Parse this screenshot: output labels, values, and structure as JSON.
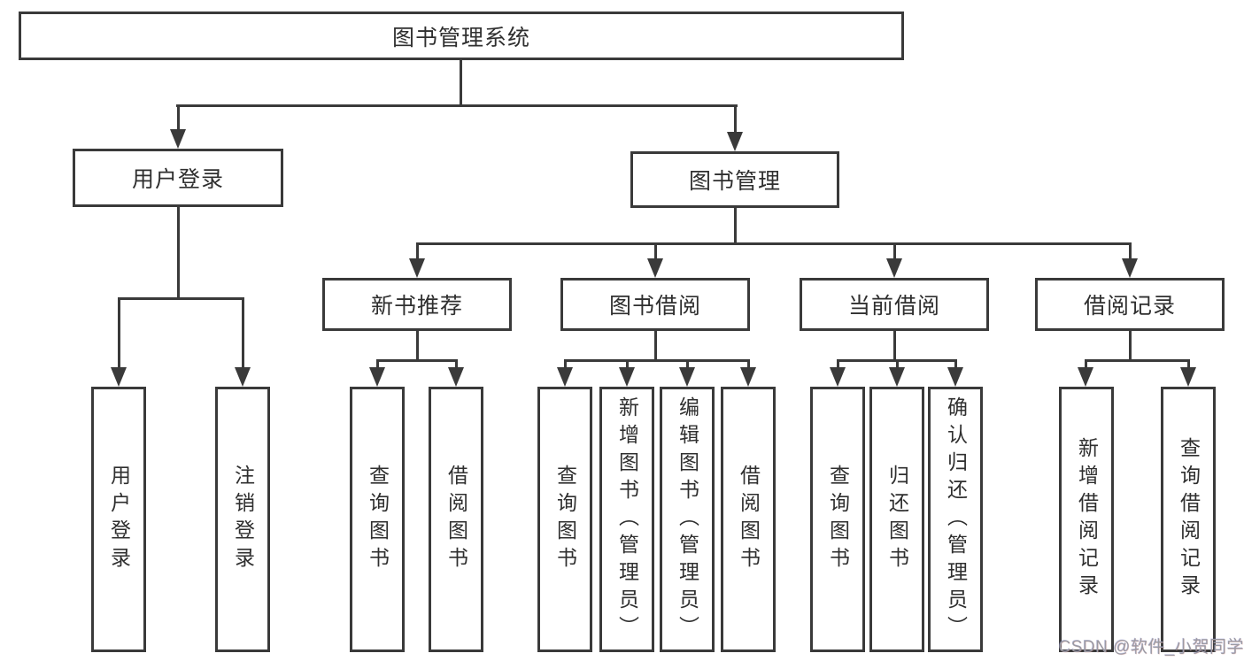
{
  "diagram": {
    "title": "图书管理系统",
    "nodes": {
      "root": {
        "label": "图书管理系统"
      },
      "user_login": {
        "label": "用户登录"
      },
      "book_mgmt": {
        "label": "图书管理"
      },
      "new_book_rec": {
        "label": "新书推荐"
      },
      "book_borrow": {
        "label": "图书借阅"
      },
      "current_borrow": {
        "label": "当前借阅"
      },
      "borrow_records": {
        "label": "借阅记录"
      },
      "ul_login": {
        "label": "用户登录"
      },
      "ul_logout": {
        "label": "注销登录"
      },
      "nb_query": {
        "label": "查询图书"
      },
      "nb_borrow": {
        "label": "借阅图书"
      },
      "bb_query": {
        "label": "查询图书"
      },
      "bb_add": {
        "label": "新增图书（管理员）"
      },
      "bb_edit": {
        "label": "编辑图书（管理员）"
      },
      "bb_borrow": {
        "label": "借阅图书"
      },
      "cb_query": {
        "label": "查询图书"
      },
      "cb_return": {
        "label": "归还图书"
      },
      "cb_confirm": {
        "label": "确认归还（管理员）"
      },
      "br_add": {
        "label": "新增借阅记录"
      },
      "br_query": {
        "label": "查询借阅记录"
      }
    }
  },
  "watermark": {
    "text": "CSDN @软件_小贺同学"
  },
  "colors": {
    "line": "#3a3a3a",
    "text": "#2f2f2f",
    "background": "#ffffff",
    "watermark": "#9b9ba3"
  }
}
